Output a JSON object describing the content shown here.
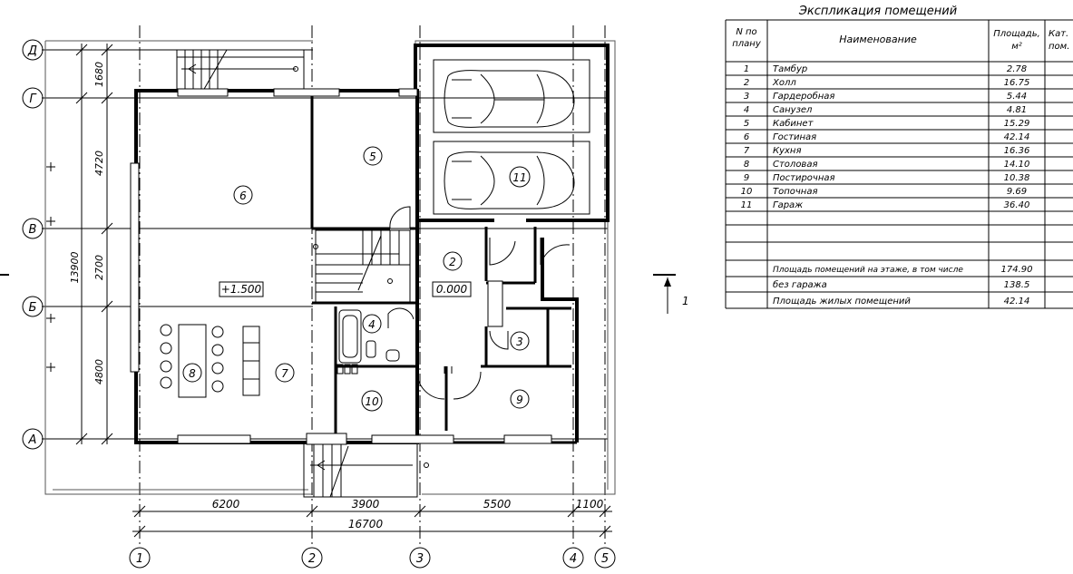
{
  "axes_letters": [
    "Д",
    "Г",
    "В",
    "Б",
    "А"
  ],
  "axes_numbers": [
    "1",
    "2",
    "3",
    "4",
    "5"
  ],
  "vertical_dims": [
    "1680",
    "4720",
    "2700",
    "4800"
  ],
  "vertical_total": "13900",
  "horizontal_dims": [
    "6200",
    "3900",
    "5500",
    "1100"
  ],
  "horizontal_total": "16700",
  "room_numbers": [
    "1",
    "2",
    "3",
    "4",
    "5",
    "6",
    "7",
    "8",
    "9",
    "10",
    "11"
  ],
  "levels": {
    "living": "+1.500",
    "hall": "0.000"
  },
  "section_marker": "1",
  "table": {
    "title": "Экспликация помещений",
    "headers": {
      "num_a": "N по",
      "num_b": "плану",
      "name": "Наименование",
      "area_a": "Площадь,",
      "area_b": "м²",
      "cat_a": "Кат.",
      "cat_b": "пом."
    },
    "rows": [
      {
        "num": "1",
        "name": "Тамбур",
        "area": "2.78"
      },
      {
        "num": "2",
        "name": "Холл",
        "area": "16.75"
      },
      {
        "num": "3",
        "name": "Гардеробная",
        "area": "5.44"
      },
      {
        "num": "4",
        "name": "Санузел",
        "area": "4.81"
      },
      {
        "num": "5",
        "name": "Кабинет",
        "area": "15.29"
      },
      {
        "num": "6",
        "name": "Гостиная",
        "area": "42.14"
      },
      {
        "num": "7",
        "name": "Кухня",
        "area": "16.36"
      },
      {
        "num": "8",
        "name": "Столовая",
        "area": "14.10"
      },
      {
        "num": "9",
        "name": "Постирочная",
        "area": "10.38"
      },
      {
        "num": "10",
        "name": "Топочная",
        "area": "9.69"
      },
      {
        "num": "11",
        "name": "Гараж",
        "area": "36.40"
      }
    ],
    "summary": [
      {
        "name": "Площадь помещений на этаже, в том числе",
        "area": "174.90"
      },
      {
        "name": "без гаража",
        "area": "138.5"
      },
      {
        "name": "Площадь жилых помещений",
        "area": "42.14"
      }
    ]
  }
}
